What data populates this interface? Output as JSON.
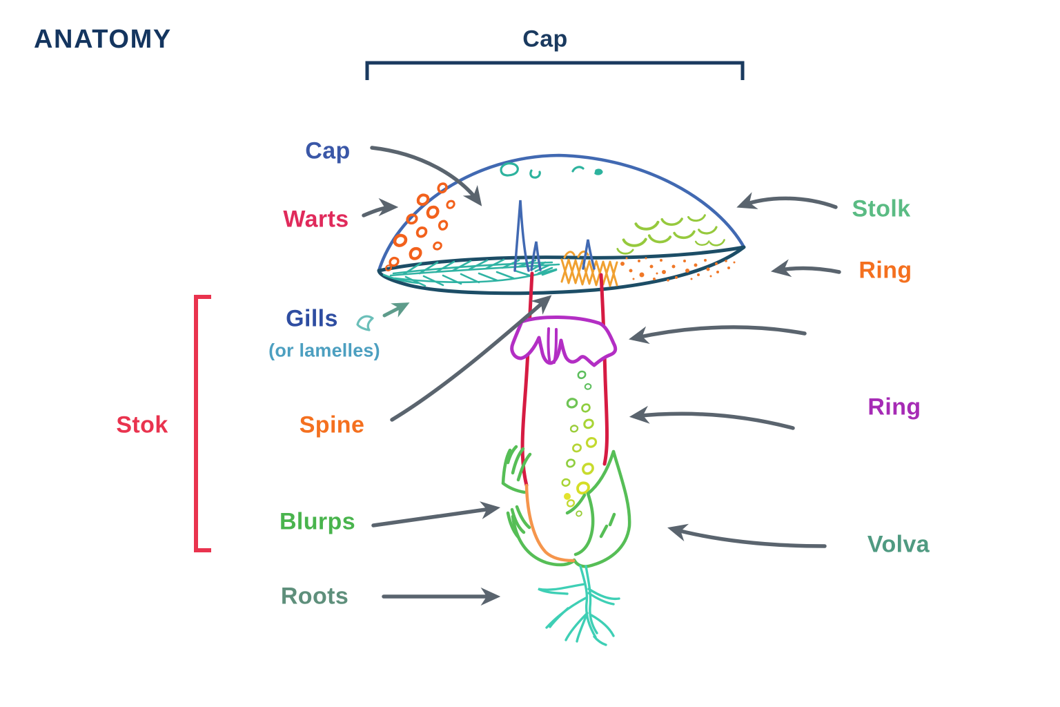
{
  "page": {
    "background": "#FFFFFF"
  },
  "title": {
    "text": "ANATOMY",
    "color": "#14355F"
  },
  "cap_bracket": {
    "label": "Cap",
    "color": "#1A3A5F"
  },
  "stok_bracket": {
    "label": "Stok",
    "color": "#E9334E"
  },
  "labels": {
    "cap": {
      "text": "Cap",
      "color": "#3A57A7"
    },
    "warts": {
      "text": "Warts",
      "color": "#E02A5B"
    },
    "stolk": {
      "text": "Stolk",
      "color": "#5ABB83"
    },
    "ring_upper": {
      "text": "Ring",
      "color": "#F4701F"
    },
    "gills": {
      "text": "Gills",
      "color": "#2E4DA1"
    },
    "gills_sub": {
      "text": "(or lamelles)",
      "color": "#4C9FC0"
    },
    "spine": {
      "text": "Spine",
      "color": "#F4701F"
    },
    "ring_lower": {
      "text": "Ring",
      "color": "#A62BB5"
    },
    "blurps": {
      "text": "Blurps",
      "color": "#49B44D"
    },
    "volva": {
      "text": "Volva",
      "color": "#4F9A81"
    },
    "roots": {
      "text": "Roots",
      "color": "#5E8F7B"
    }
  },
  "figure": {
    "subject": "hand-drawn mushroom cross-section",
    "arrow_color": "#5A646E",
    "gills_arrow_color": "#5E9C8B",
    "parts": [
      {
        "name": "cap-outline",
        "color": "#4169B2"
      },
      {
        "name": "cap-rim",
        "color": "#1C4D66"
      },
      {
        "name": "warts",
        "color": "#F2611C"
      },
      {
        "name": "cap-speckles",
        "color": "#2DB39E"
      },
      {
        "name": "cap-strokes",
        "color": "#96C93D"
      },
      {
        "name": "gills",
        "color": "#2FB3A3"
      },
      {
        "name": "spore-crosshatch",
        "color": "#F0A030"
      },
      {
        "name": "spore-dots",
        "color": "#F07828"
      },
      {
        "name": "stem",
        "color": "#D61B42"
      },
      {
        "name": "ring-skirt",
        "color": "#B32EC4"
      },
      {
        "name": "stem-scales",
        "color": "#9ACD3A"
      },
      {
        "name": "volva-leaves",
        "color": "#56BE56"
      },
      {
        "name": "bulb-curve",
        "color": "#F5954C"
      },
      {
        "name": "roots",
        "color": "#3ECFB5"
      }
    ]
  }
}
